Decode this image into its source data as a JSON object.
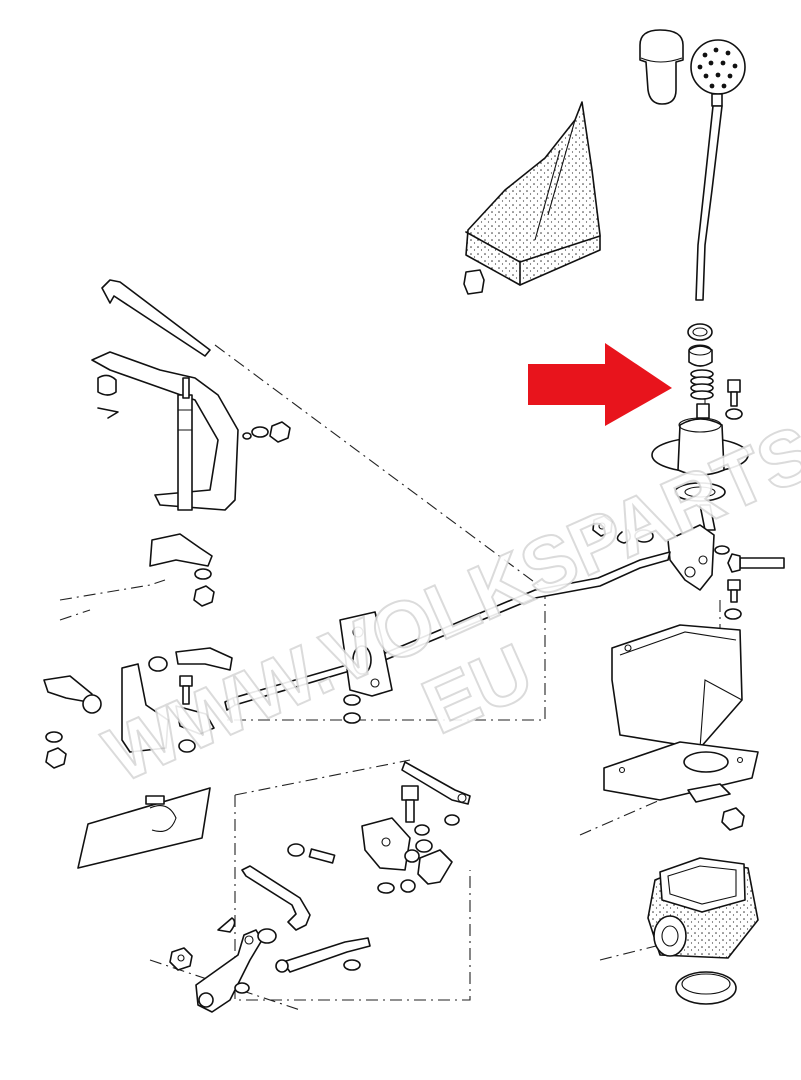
{
  "watermark": {
    "line1": "WWW.VOLKSPARTS.",
    "line2": "EU"
  },
  "colors": {
    "arrow": "#e8141c",
    "ink": "#111111",
    "background": "#ffffff",
    "watermark_stroke": "#d8d8d8"
  },
  "highlight": {
    "icon": "arrow-right-icon",
    "points_to": "spring"
  }
}
